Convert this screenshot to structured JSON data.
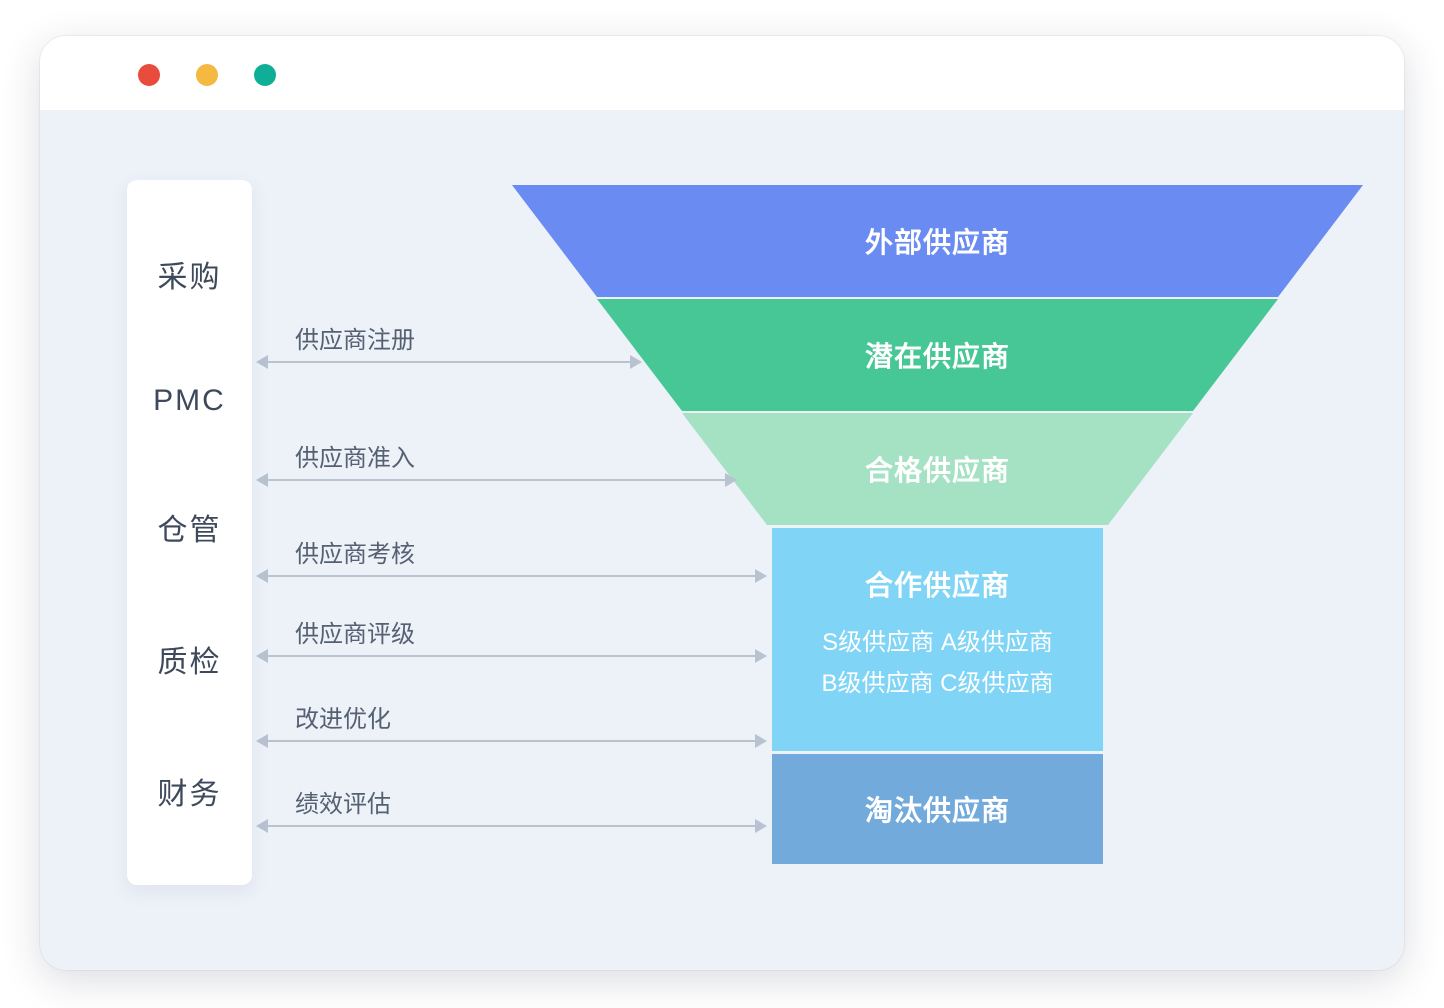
{
  "window": {
    "controls": [
      {
        "name": "close",
        "color": "#E94B3C"
      },
      {
        "name": "minimize",
        "color": "#F5B942"
      },
      {
        "name": "maximize",
        "color": "#0FAE96"
      }
    ],
    "background_color": "#EDF1F8"
  },
  "departments": [
    {
      "label": "采购"
    },
    {
      "label": "PMC"
    },
    {
      "label": "仓管"
    },
    {
      "label": "质检"
    },
    {
      "label": "财务"
    }
  ],
  "processes": [
    {
      "label": "供应商注册"
    },
    {
      "label": "供应商准入"
    },
    {
      "label": "供应商考核"
    },
    {
      "label": "供应商评级"
    },
    {
      "label": "改进优化"
    },
    {
      "label": "绩效评估"
    }
  ],
  "funnel": {
    "stages": [
      {
        "label": "外部供应商",
        "color": "#6A8BF2"
      },
      {
        "label": "潜在供应商",
        "color": "#47C795"
      },
      {
        "label": "合格供应商",
        "color": "#A5E2C4"
      },
      {
        "label": "合作供应商",
        "color": "#80D4F6",
        "sub_lines": [
          "S级供应商 A级供应商",
          "B级供应商 C级供应商"
        ]
      },
      {
        "label": "淘汰供应商",
        "color": "#73AADC"
      }
    ]
  }
}
